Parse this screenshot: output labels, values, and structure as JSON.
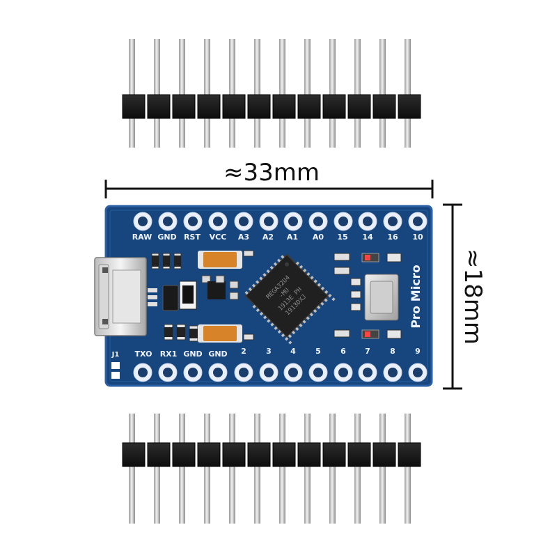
{
  "dimensions": {
    "width_label": "≈33mm",
    "height_label": "≈18mm"
  },
  "board": {
    "top_pin_labels": [
      "RAW",
      "GND",
      "RST",
      "VCC",
      "A3",
      "A2",
      "A1",
      "A0",
      "15",
      "14",
      "16",
      "10"
    ],
    "bottom_pin_labels": [
      "TXO",
      "RX1",
      "GND",
      "GND",
      "2",
      "3",
      "4",
      "5",
      "6",
      "7",
      "8",
      "9"
    ],
    "side_label": "Pro Micro",
    "jumper_label": "J1",
    "mcu_text": [
      "MEGA32U4",
      "-MU",
      "1913E PH",
      "1913DXJ"
    ],
    "crystal_label": "",
    "colors": {
      "pcb": "#17467f",
      "pcb_edge": "#2a5fa3",
      "silkscreen": "#eef3ff",
      "capacitor": "#d7832a",
      "header_plastic": "#1a1a1a",
      "pin_metal": "#c9c9c9"
    }
  },
  "headers": {
    "top_pin_count": 12,
    "bottom_pin_count": 12
  }
}
